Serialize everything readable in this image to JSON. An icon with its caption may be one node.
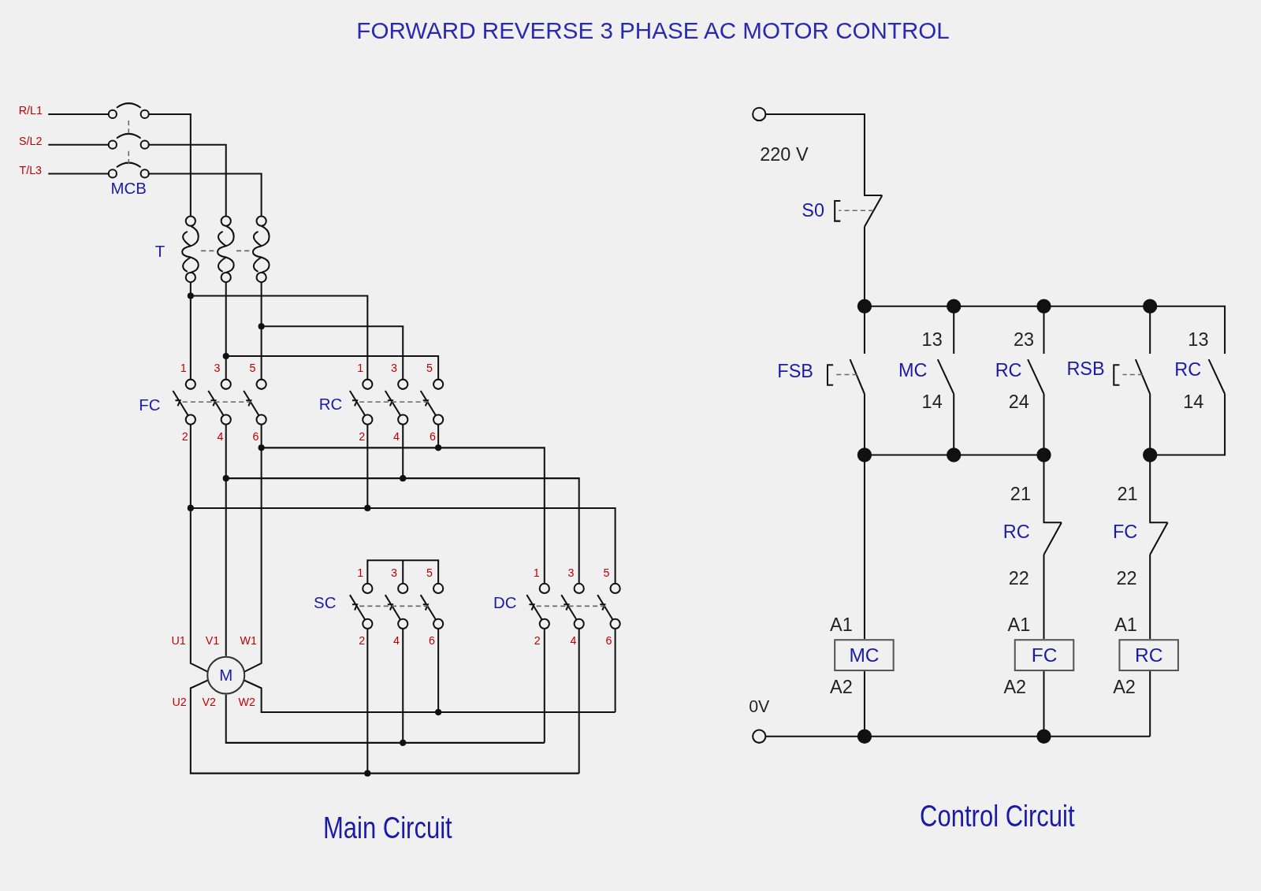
{
  "diagram": {
    "title": "FORWARD REVERSE 3 PHASE AC MOTOR CONTROL",
    "nodes": [
      {
        "text": [
          "M"
        ]
      },
      {
        "text": [
          "MC"
        ]
      },
      {
        "text": [
          "FC"
        ]
      },
      {
        "text": [
          "RC"
        ]
      }
    ],
    "labels": [
      "R/L1",
      "S/L2",
      "T/L3",
      "MCB",
      "T",
      "1",
      "3",
      "5",
      "1",
      "3",
      "5",
      "FC",
      "RC",
      "2",
      "4",
      "6",
      "2",
      "4",
      "6",
      "1",
      "3",
      "5",
      "1",
      "3",
      "5",
      "SC",
      "DC",
      "U1",
      "V1",
      "W1",
      "2",
      "4",
      "6",
      "2",
      "4",
      "6",
      "U2",
      "V2",
      "W2",
      "220 V",
      "S0",
      "13",
      "23",
      "13",
      "FSB",
      "MC",
      "RC",
      "RSB",
      "RC",
      "14",
      "24",
      "14",
      "21",
      "21",
      "RC",
      "FC",
      "22",
      "22",
      "A1",
      "A1",
      "A1",
      "A2",
      "A2",
      "A2",
      "0V",
      "Main Circuit",
      "Control Circuit"
    ]
  }
}
